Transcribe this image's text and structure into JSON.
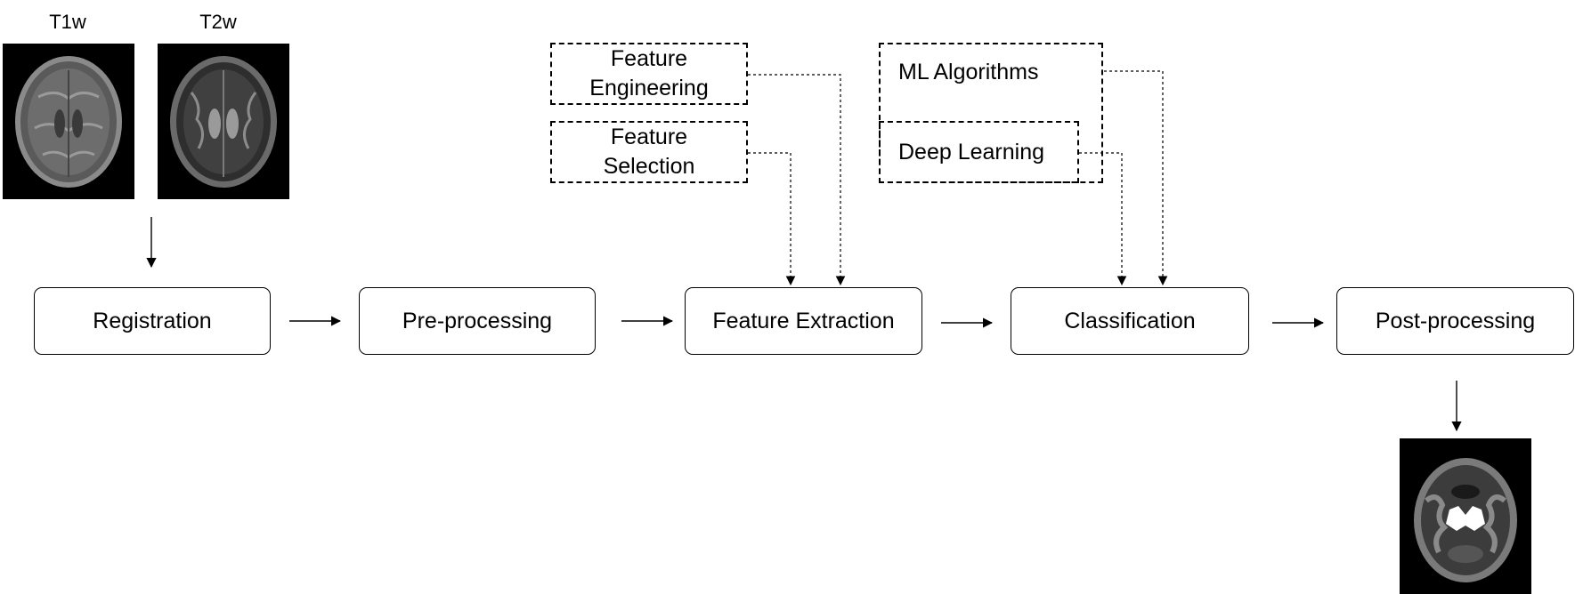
{
  "inputs": [
    {
      "label": "T1w"
    },
    {
      "label": "T2w"
    }
  ],
  "steps": [
    {
      "label": "Registration"
    },
    {
      "label": "Pre-processing"
    },
    {
      "label": "Feature Extraction"
    },
    {
      "label": "Classification"
    },
    {
      "label": "Post-processing"
    }
  ],
  "feature_methods": [
    {
      "line1": "Feature",
      "line2": "Engineering"
    },
    {
      "line1": "Feature",
      "line2": "Selection"
    }
  ],
  "classifier_methods": [
    {
      "label": "ML Algorithms"
    },
    {
      "label": "Deep Learning"
    }
  ],
  "colors": {
    "line": "#000000",
    "background": "#ffffff",
    "image_bg": "#000000"
  }
}
